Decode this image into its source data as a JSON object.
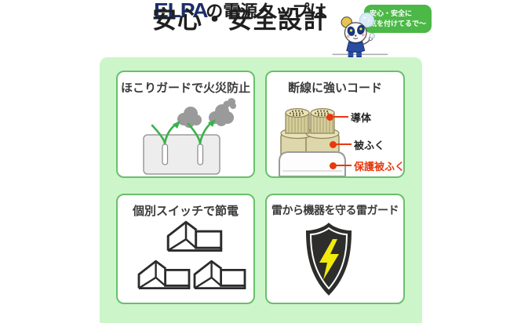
{
  "header": {
    "brand": "ELPA",
    "title_suffix": "の電源タップは",
    "title_main": "安心・安全設計"
  },
  "mascot": {
    "bubble_line1": "安心・安全に",
    "bubble_line2": "気を付けてるで〜"
  },
  "panels": {
    "dust": {
      "title": "ほこりガードで火災防止"
    },
    "cord": {
      "title": "断線に強いコード",
      "labels": {
        "conductor": {
          "text": "導体"
        },
        "sheath": {
          "text": "被ふく"
        },
        "protective": {
          "text": "保護被ふく"
        }
      }
    },
    "switches": {
      "title": "個別スイッチで節電"
    },
    "lightning": {
      "title": "雷から機器を守る雷ガード"
    }
  },
  "colors": {
    "board_green": "#cdf5ca",
    "panel_border_green": "#6abf6a",
    "bubble_green": "#4cb847",
    "accent_red": "#e8380d",
    "brand_navy": "#1b2e6b",
    "arrow_green": "#3cb14c",
    "bolt_yellow": "#f1eb0c",
    "shield_black": "#2d2d2b"
  }
}
